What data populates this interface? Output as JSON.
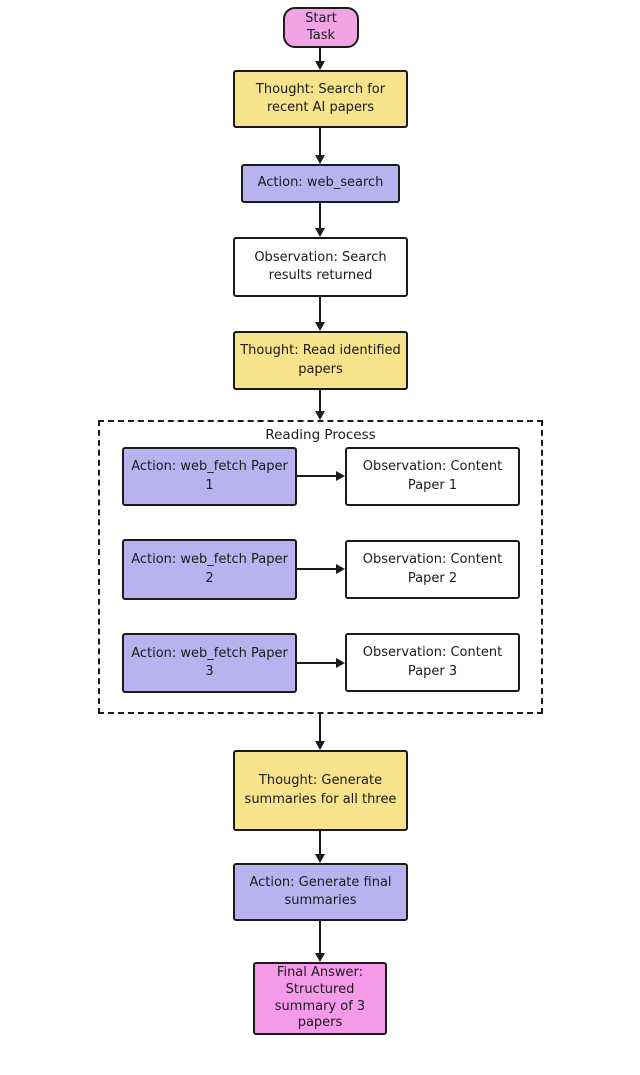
{
  "colors": {
    "background": "#ffffff",
    "stroke": "#1b1b1b",
    "start_fill": "#f2a3e6",
    "thought_fill": "#f7e38b",
    "action_fill": "#b8b3ee",
    "observation_fill": "#ffffff",
    "final_fill": "#f59ae9"
  },
  "nodes": {
    "start": {
      "label": "Start\nTask"
    },
    "thought_search": {
      "label": "Thought: Search for\nrecent AI papers"
    },
    "action_web_search": {
      "label": "Action: web_search"
    },
    "observation_search": {
      "label": "Observation: Search\nresults returned"
    },
    "thought_read": {
      "label": "Thought: Read identified\npapers"
    },
    "reading_process": {
      "title": "Reading Process",
      "rows": [
        {
          "action": "Action: web_fetch Paper\n1",
          "observation": "Observation: Content\nPaper 1"
        },
        {
          "action": "Action: web_fetch Paper\n2",
          "observation": "Observation: Content\nPaper 2"
        },
        {
          "action": "Action: web_fetch Paper\n3",
          "observation": "Observation: Content\nPaper 3"
        }
      ]
    },
    "thought_generate": {
      "label": "Thought: Generate\nsummaries for all three"
    },
    "action_generate_final": {
      "label": "Action: Generate final\nsummaries"
    },
    "final_answer": {
      "label": "Final Answer:\nStructured\nsummary of 3\npapers"
    }
  }
}
